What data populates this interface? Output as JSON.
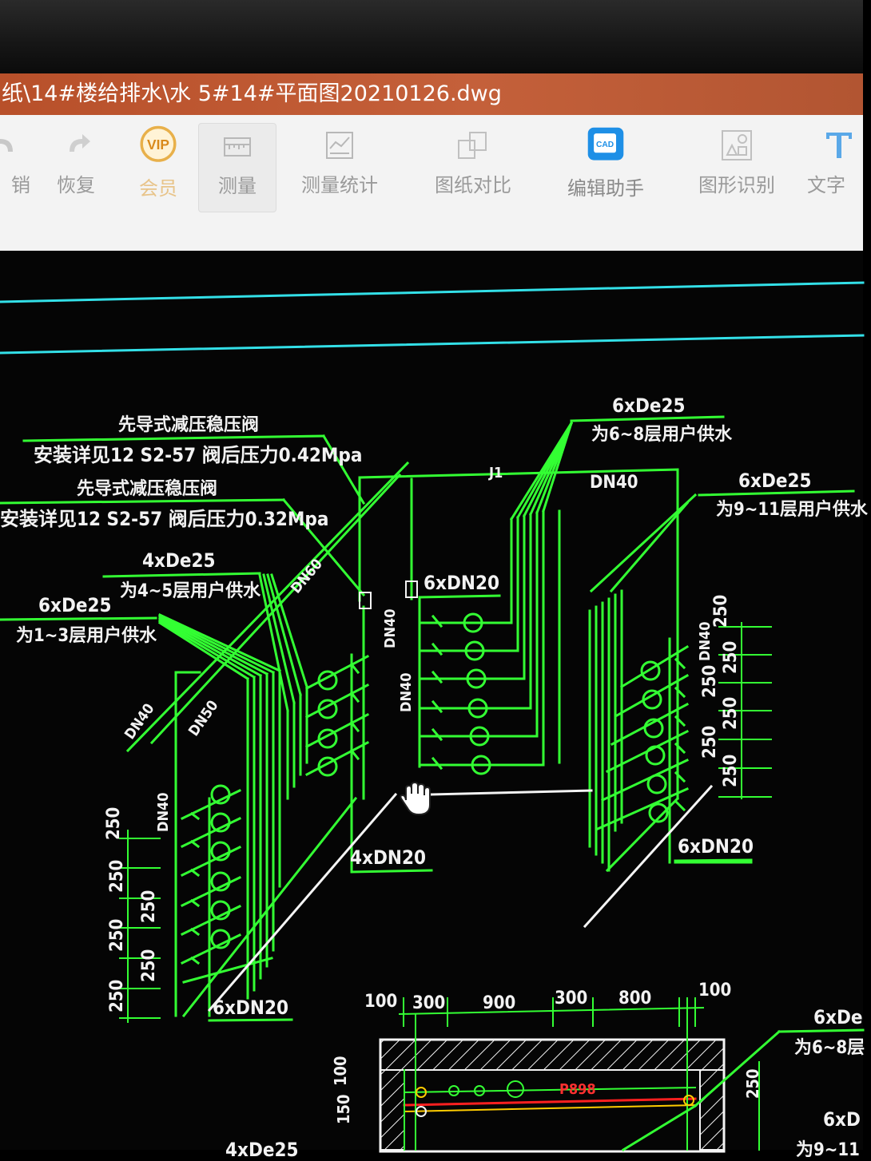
{
  "window": {
    "title": "纸\\14#楼给排水\\水 5#14#平面图20210126.dwg",
    "title_color": "#c05a34"
  },
  "toolbar": {
    "items": [
      {
        "label": "销",
        "icon": "undo-icon"
      },
      {
        "label": "恢复",
        "icon": "redo-icon"
      },
      {
        "label": "会员",
        "icon": "vip-icon",
        "badge": "VIP"
      },
      {
        "label": "测量",
        "icon": "measure-icon"
      },
      {
        "label": "测量统计",
        "icon": "measure-stats-icon"
      },
      {
        "label": "图纸对比",
        "icon": "compare-icon"
      },
      {
        "label": "编辑助手",
        "icon": "edit-assistant-icon",
        "badge": "CAD"
      },
      {
        "label": "图形识别",
        "icon": "shape-recognition-icon"
      },
      {
        "label": "文字",
        "icon": "text-icon"
      }
    ]
  },
  "drawing": {
    "colors": {
      "pipe": "#33ff33",
      "text": "#f2f2f2",
      "axis": "#33e0e8",
      "wall": "#ffffff",
      "red": "#ff2020"
    },
    "annotations": {
      "valve1_title": "先导式减压稳压阀",
      "valve1_note": "安装详见12 S2-57  阀后压力0.42Mpa",
      "valve2_title": "先导式减压稳压阀",
      "valve2_note": "安装详见12 S2-57  阀后压力0.32Mpa",
      "r1_count": "4xDe25",
      "r1_desc": "为4~5层用户供水",
      "r2_count": "6xDe25",
      "r2_desc": "为1~3层用户供水",
      "r3_count": "6xDe25",
      "r3_desc": "为6~8层用户供水",
      "r4_count": "6xDe25",
      "r4_desc": "为9~11层用户供水",
      "dn40_a": "DN40",
      "dn40_b": "DN40",
      "dn40_c": "DN40",
      "dn40_d": "DN40",
      "dn40_e": "DN40",
      "dn40_f": "DN40",
      "dn50": "DN50",
      "dn60": "DN60",
      "dn20_a": "6xDN20",
      "dn20_b": "4xDN20",
      "dn20_c": "6xDN20",
      "dn20_d": "6xDN20",
      "j1": "J1",
      "b_count1": "6xDe",
      "b_desc1": "为6~8层",
      "b_count2": "6xD",
      "b_desc2": "为9~11",
      "b_count3": "4xDe25"
    },
    "dims": {
      "left": [
        "250",
        "250",
        "250",
        "250",
        "250",
        "250"
      ],
      "right": [
        "250",
        "250",
        "250",
        "250",
        "250",
        "250"
      ],
      "bottom": [
        "100",
        "300",
        "900",
        "300",
        "800",
        "100"
      ],
      "plan_left": [
        "100",
        "150"
      ],
      "plan_right": [
        "250"
      ],
      "plan_label": "P898"
    }
  }
}
